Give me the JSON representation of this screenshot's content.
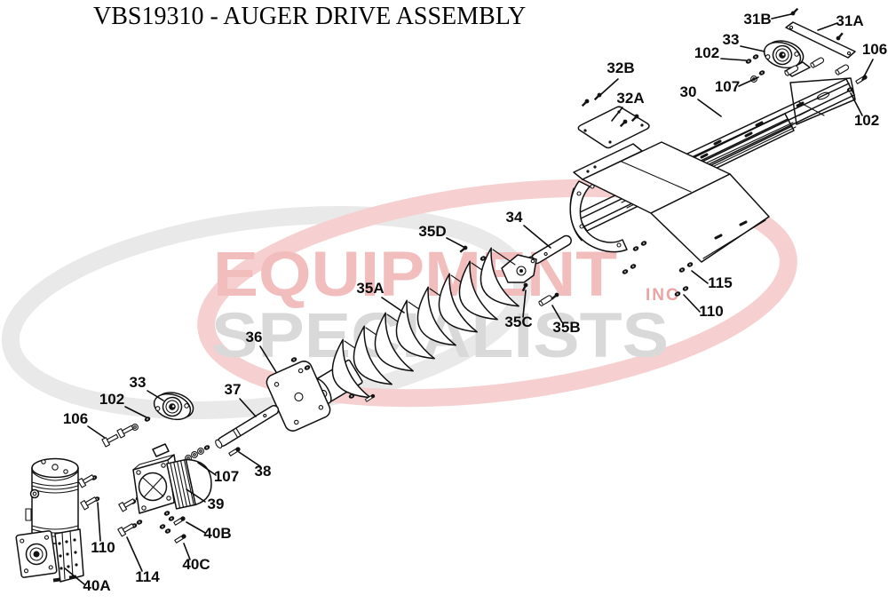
{
  "title": "VBS19310 - AUGER DRIVE ASSEMBLY",
  "watermark": {
    "line1": "EQUIPMENT",
    "line2": "SPECIALISTS",
    "suffix": "INC",
    "text_red": "#f2bdbd",
    "text_gray": "#d9d9d9",
    "suffix_red": "#eba4a4",
    "swoosh_pink": "#f6d0d0",
    "swoosh_gray": "#e9e9e9"
  },
  "diagram": {
    "line_color": "#101010",
    "background": "#ffffff"
  },
  "callouts": {
    "c31B": {
      "label": "31B"
    },
    "c31A": {
      "label": "31A"
    },
    "c33a": {
      "label": "33"
    },
    "c102a": {
      "label": "102"
    },
    "c106a": {
      "label": "106"
    },
    "c32B": {
      "label": "32B"
    },
    "c32A": {
      "label": "32A"
    },
    "c30": {
      "label": "30"
    },
    "c107a": {
      "label": "107"
    },
    "c102b": {
      "label": "102"
    },
    "c34": {
      "label": "34"
    },
    "c35D": {
      "label": "35D"
    },
    "c35A": {
      "label": "35A"
    },
    "c35C": {
      "label": "35C"
    },
    "c35B": {
      "label": "35B"
    },
    "c115": {
      "label": "115"
    },
    "c110a": {
      "label": "110"
    },
    "c36": {
      "label": "36"
    },
    "c33b": {
      "label": "33"
    },
    "c102c": {
      "label": "102"
    },
    "c106b": {
      "label": "106"
    },
    "c37": {
      "label": "37"
    },
    "c38": {
      "label": "38"
    },
    "c107b": {
      "label": "107"
    },
    "c39": {
      "label": "39"
    },
    "c110b": {
      "label": "110"
    },
    "c114": {
      "label": "114"
    },
    "c40A": {
      "label": "40A"
    },
    "c40B": {
      "label": "40B"
    },
    "c40C": {
      "label": "40C"
    }
  }
}
